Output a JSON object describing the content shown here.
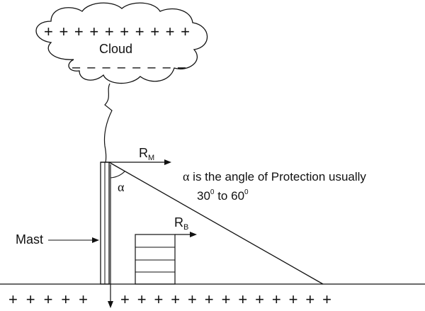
{
  "cloud": {
    "label": "Cloud",
    "top_charges": "+ + + + + + + + + +",
    "bottom_charges": "– – – – – – – –"
  },
  "rm": {
    "main": "R",
    "sub": "M"
  },
  "rb": {
    "main": "R",
    "sub": "B"
  },
  "alpha": "α",
  "note": {
    "alpha": "α",
    "line1_text": " is the angle of Protection usually",
    "line2_a": "30",
    "line2_sup1": "0",
    "line2_b": " to 60",
    "line2_sup2": "0"
  },
  "mast_label": "Mast",
  "ground": {
    "left_charges": "+ + + + +",
    "right_charges": "+ + + + + + + + + + + + +"
  },
  "colors": {
    "ink": "#111111",
    "background": "#ffffff"
  }
}
